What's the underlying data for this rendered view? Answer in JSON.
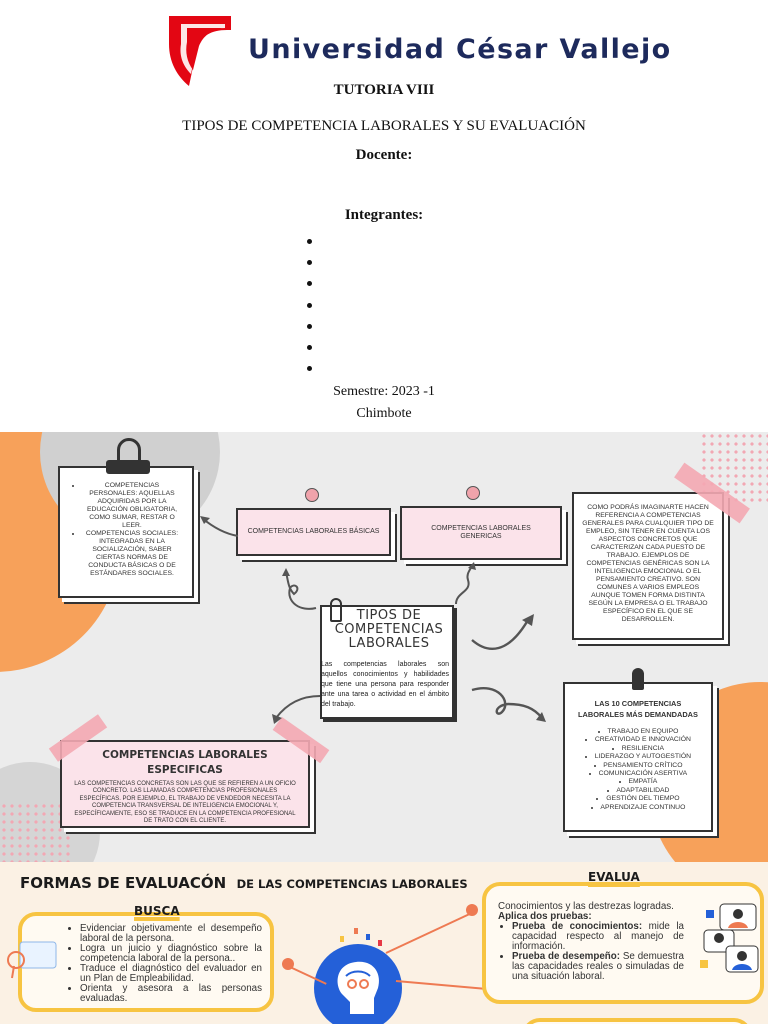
{
  "cover": {
    "university": "Universidad César Vallejo",
    "course": "TUTORIA VIII",
    "subject": "TIPOS DE COMPETENCIA LABORALES Y SU EVALUACIÓN",
    "teacher_label": "Docente:",
    "members_label": "Integrantes:",
    "member_bullets": 7,
    "semester": "Semestre: 2023 -1",
    "city": "Chimbote"
  },
  "concept_map": {
    "center_title": "TIPOS DE COMPETENCIAS LABORALES",
    "center_desc": "Las competencias laborales son aquellos conocimientos y habilidades que tiene una persona para responder ante una tarea o actividad en el ámbito del trabajo.",
    "basicas_label": "COMPETENCIAS LABORALES BÁSICAS",
    "genericas_label": "COMPETENCIAS LABORALES GENERICAS",
    "basicas_items": [
      "COMPETENCIAS PERSONALES: AQUELLAS ADQUIRIDAS POR LA EDUCACIÓN OBLIGATORIA, COMO SUMAR, RESTAR O LEER.",
      "COMPETENCIAS SOCIALES: INTEGRADAS EN LA SOCIALIZACIÓN, SABER CIERTAS NORMAS DE CONDUCTA BÁSICAS O DE ESTÁNDARES SOCIALES."
    ],
    "genericas_text": "COMO PODRÁS IMAGINARTE HACEN REFERENCIA A COMPETENCIAS GENERALES PARA CUALQUIER TIPO DE EMPLEO, SIN TENER EN CUENTA LOS ASPECTOS CONCRETOS QUE CARACTERIZAN CADA PUESTO DE TRABAJO. EJEMPLOS DE COMPETENCIAS GENÉRICAS SON LA INTELIGENCIA EMOCIONAL O EL PENSAMIENTO CREATIVO. SON COMUNES A VARIOS EMPLEOS AUNQUE TOMEN FORMA DISTINTA SEGÚN LA EMPRESA O EL TRABAJO ESPECÍFICO EN EL QUE SE DESARROLLEN.",
    "especificas_title": "COMPETENCIAS LABORALES ESPECIFICAS",
    "especificas_text": "LAS COMPETENCIAS CONCRETAS SON LAS QUE SE REFIEREN A UN OFICIO CONCRETO. LAS LLAMADAS COMPETENCIAS PROFESIONALES ESPECÍFICAS. POR EJEMPLO, EL TRABAJO DE VENDEDOR NECESITA LA COMPETENCIA TRANSVERSAL DE INTELIGENCIA EMOCIONAL Y, ESPECÍFICAMENTE, ESO SE TRADUCE EN LA COMPETENCIA PROFESIONAL DE TRATO CON EL CLIENTE.",
    "top10_title": "LAS 10 COMPETENCIAS LABORALES MÁS DEMANDADAS",
    "top10": [
      "TRABAJO EN EQUIPO",
      "CREATIVIDAD E INNOVACIÓN",
      "RESILIENCIA",
      "LIDERAZGO Y AUTOGESTIÓN",
      "PENSAMIENTO CRÍTICO",
      "COMUNICACIÓN ASERTIVA",
      "EMPATÍA",
      "ADAPTABILIDAD",
      "GESTIÓN DEL TIEMPO",
      "APRENDIZAJE CONTINUO"
    ]
  },
  "evaluation": {
    "heading_main": "FORMAS DE EVALUACÓN",
    "heading_sub": "DE LAS COMPETENCIAS LABORALES",
    "busca_label": "BUSCA",
    "busca_items": [
      "Evidenciar objetivamente el desempeño laboral de la persona.",
      "Logra un juicio y diagnóstico sobre la competencia laboral de la persona..",
      "Traduce el diagnóstico del evaluador en un Plan de Empleabilidad.",
      "Orienta y asesora a las personas evaluadas."
    ],
    "evalua_label": "EVALUA",
    "evalua_intro": "Conocimientos y las destrezas logradas.",
    "evalua_sub": "Aplica dos pruebas:",
    "prueba1_title": "Prueba de conocimientos:",
    "prueba1_text": " mide la capacidad respecto al manejo de información.",
    "prueba2_title": "Prueba de desempeño:",
    "prueba2_text": " Se demuestra las capacidades reales o simuladas de una situación laboral."
  },
  "colors": {
    "ucv_red": "#e30613",
    "ucv_navy": "#1d2a5c",
    "map_pink": "#fbe3ea",
    "map_orange": "#f7a15a",
    "eval_yellow": "#f7c442",
    "eval_orange": "#ee7a52",
    "eval_blue": "#2460d8"
  }
}
